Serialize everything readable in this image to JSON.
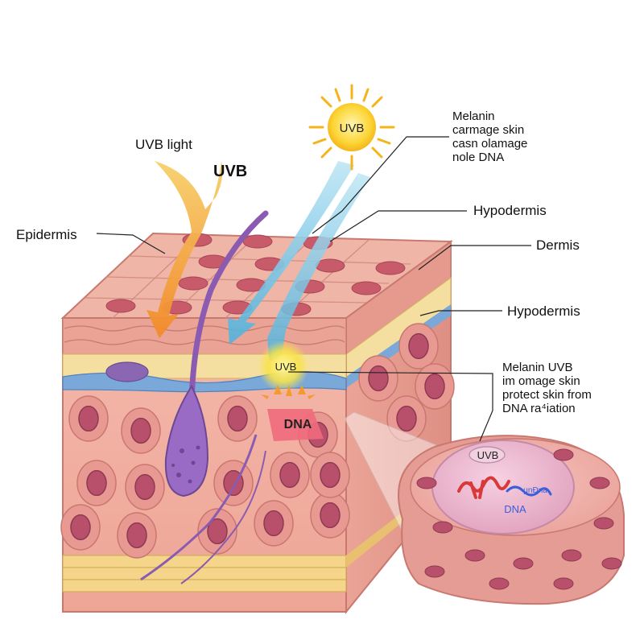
{
  "labels": {
    "uvb_light": "UVB light",
    "uvb_bold": "UVB",
    "epidermis": "Epidermis",
    "sun": "UVB",
    "note_top": [
      "Melanin",
      "carmage skin",
      "casn olamage",
      "nole DNA"
    ],
    "hypodermis_top": "Hypodermis",
    "dermis": "Dermis",
    "hypodermis_mid": "Hypodermis",
    "note_right": [
      "Melanin UVB",
      "im omage skin",
      "protect skin from",
      "DNA ra⁴iation"
    ],
    "uvb_spot": "UVB",
    "dna": "DNA",
    "cell_uvb": "UVB",
    "cell_dna": "DNA",
    "cell_scribble": "μnĐna"
  },
  "colors": {
    "skin_top": "#efb5a6",
    "skin_front": "#f2b3a6",
    "skin_side": "#e89c92",
    "cell_nucleus": "#b8506b",
    "fat_layer": "#f5dfa0",
    "vessel_blue": "#7aa8d8",
    "hair": "#8a5bb0",
    "uvb_arrow_orange": "#f59a2e",
    "uvb_arrow_blue": "#6fc0e0",
    "sun": "#fcd535",
    "dna_red": "#d83a3a",
    "dna_blue": "#3a5fd8"
  }
}
